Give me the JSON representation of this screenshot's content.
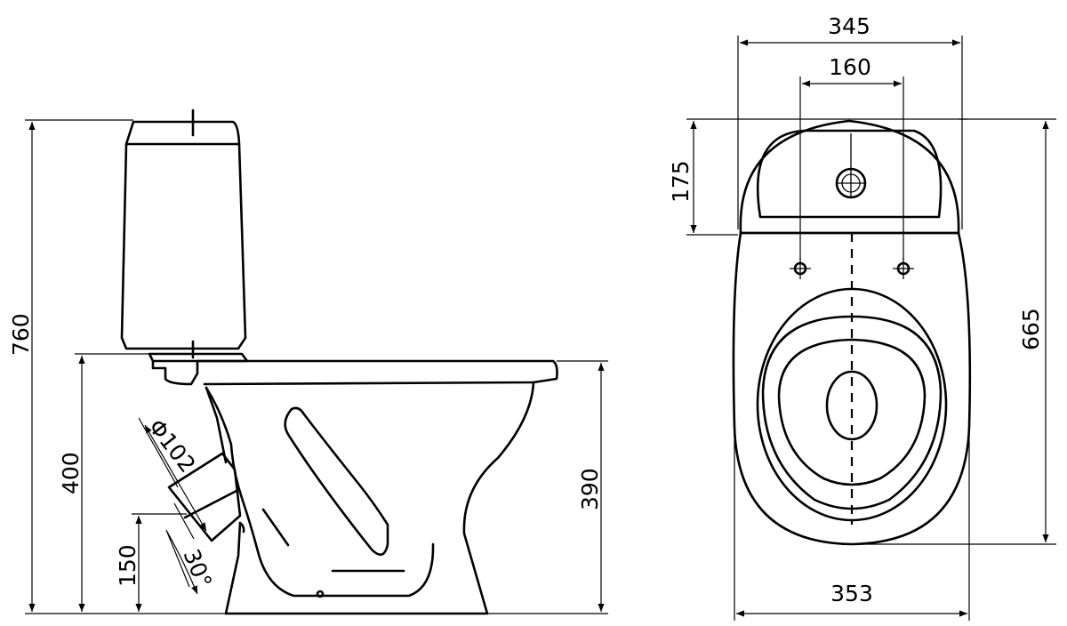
{
  "side_view": {
    "dim_760": "760",
    "dim_400": "400",
    "dim_390": "390",
    "dim_150": "150",
    "dim_pipe": "Φ102",
    "dim_angle": "30°"
  },
  "top_view": {
    "dim_345": "345",
    "dim_160": "160",
    "dim_175": "175",
    "dim_665": "665",
    "dim_353": "353"
  }
}
